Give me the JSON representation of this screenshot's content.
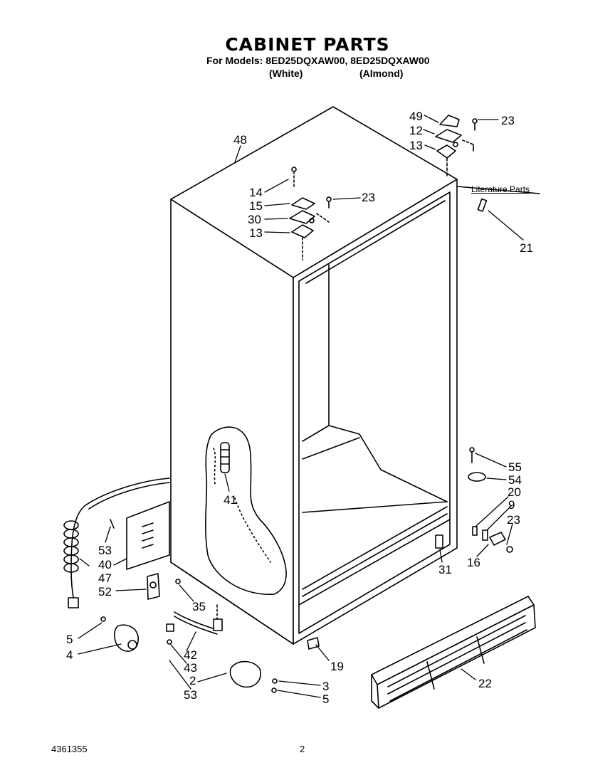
{
  "header": {
    "title": "CABINET PARTS",
    "models_line": "For Models: 8ED25DQXAW00, 8ED25DQXAW00",
    "variant_white": "(White)",
    "variant_almond": "(Almond)"
  },
  "labels": {
    "literature": "Literature Parts"
  },
  "part_numbers": [
    "48",
    "49",
    "23",
    "12",
    "13",
    "14",
    "15",
    "23",
    "30",
    "13",
    "21",
    "41",
    "55",
    "54",
    "20",
    "9",
    "23",
    "16",
    "31",
    "53",
    "40",
    "47",
    "52",
    "35",
    "5",
    "4",
    "42",
    "43",
    "2",
    "53",
    "19",
    "3",
    "5",
    "22"
  ],
  "footer": {
    "doc_number": "4361355",
    "page": "2"
  }
}
